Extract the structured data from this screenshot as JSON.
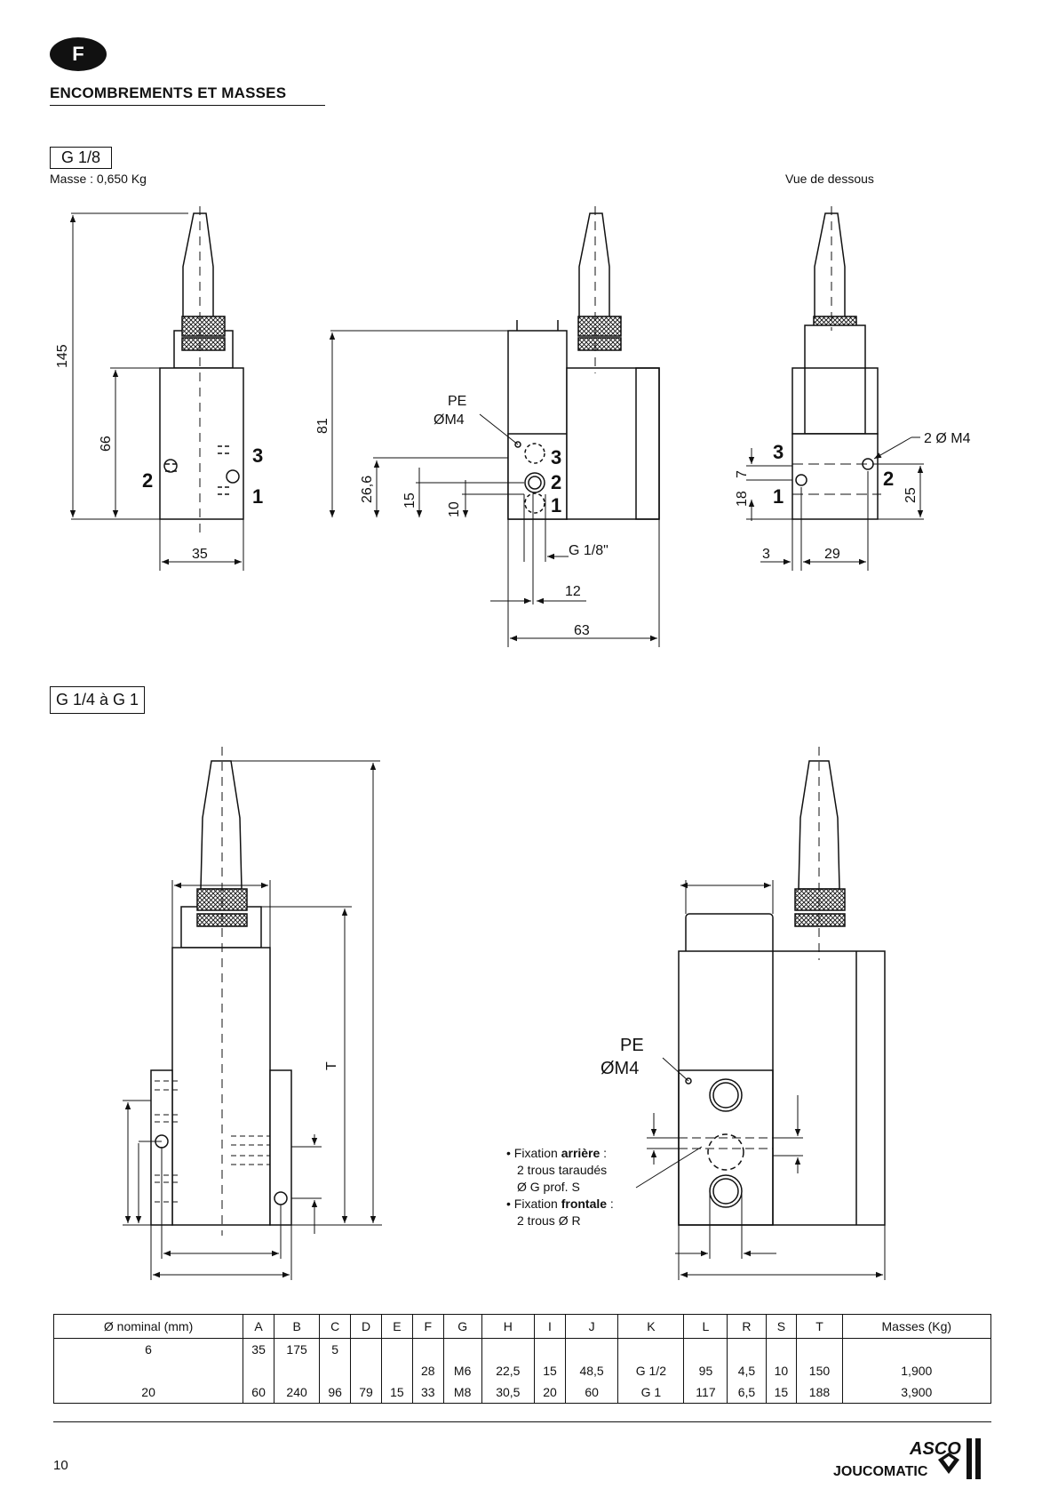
{
  "header": {
    "lang_badge": "F",
    "title": "ENCOMBREMENTS ET MASSES"
  },
  "section1": {
    "label": "G 1/8",
    "mass": "Masse : 0,650 Kg",
    "bottom_view": "Vue de dessous",
    "dims": {
      "d145": "145",
      "d66": "66",
      "d35": "35",
      "d81": "81",
      "d26_6": "26,6",
      "d15": "15",
      "d10": "10",
      "g18": "G 1/8\"",
      "d12": "12",
      "d63": "63",
      "d7": "7",
      "d18": "18",
      "d25": "25",
      "d3": "3",
      "d29": "29",
      "m4x2": "2 Ø M4",
      "pe": "PE",
      "pe_thread": "ØM4"
    },
    "ports": {
      "p1": "1",
      "p2": "2",
      "p3": "3"
    }
  },
  "section2": {
    "label": "G 1/4 à G 1",
    "dims": {
      "t": "T",
      "pe": "PE",
      "pe_thread": "ØM4"
    },
    "notes": {
      "rear_prefix": "• Fixation ",
      "rear_bold": "arrière",
      "rear_suffix": " :",
      "rear_line2": "2 trous taraudés",
      "rear_line3": "Ø G prof. S",
      "front_prefix": "• Fixation ",
      "front_bold": "frontale",
      "front_suffix": " :",
      "front_line2": "2 trous Ø R"
    }
  },
  "table": {
    "headers": [
      "Ø nominal (mm)",
      "A",
      "B",
      "C",
      "D",
      "E",
      "F",
      "G",
      "H",
      "I",
      "J",
      "K",
      "L",
      "R",
      "S",
      "T",
      "Masses (Kg)"
    ],
    "rows": [
      [
        "6",
        "35",
        "175",
        "5",
        "",
        "",
        "",
        "",
        "",
        "",
        "",
        "",
        "",
        "",
        "",
        "",
        ""
      ],
      [
        "",
        "",
        "",
        "",
        "",
        "",
        "28",
        "M6",
        "22,5",
        "15",
        "48,5",
        "G 1/2",
        "95",
        "4,5",
        "10",
        "150",
        "1,900"
      ],
      [
        "20",
        "60",
        "240",
        "96",
        "79",
        "15",
        "33",
        "M8",
        "30,5",
        "20",
        "60",
        "G 1",
        "117",
        "6,5",
        "15",
        "188",
        "3,900"
      ]
    ]
  },
  "footer": {
    "page_number": "10",
    "brand_top": "ASCO",
    "brand_bottom": "JOUCOMATIC"
  }
}
